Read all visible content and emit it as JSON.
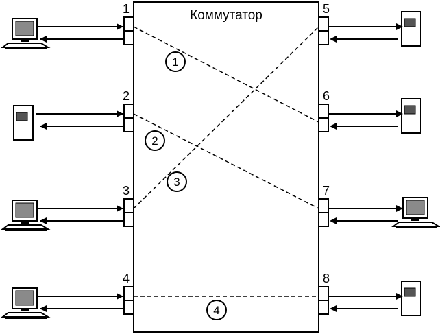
{
  "switch": {
    "title": "Коммутатор"
  },
  "ports": [
    {
      "num": "1",
      "side": "left",
      "device": "pc"
    },
    {
      "num": "2",
      "side": "left",
      "device": "printer"
    },
    {
      "num": "3",
      "side": "left",
      "device": "pc"
    },
    {
      "num": "4",
      "side": "left",
      "device": "pc"
    },
    {
      "num": "5",
      "side": "right",
      "device": "printer"
    },
    {
      "num": "6",
      "side": "right",
      "device": "printer"
    },
    {
      "num": "7",
      "side": "right",
      "device": "pc"
    },
    {
      "num": "8",
      "side": "right",
      "device": "printer"
    }
  ],
  "connections": [
    {
      "label": "1",
      "from": "1",
      "to": "6"
    },
    {
      "label": "2",
      "from": "2",
      "to": "7"
    },
    {
      "label": "3",
      "from": "3",
      "to": "5"
    },
    {
      "label": "4",
      "from": "4",
      "to": "8"
    }
  ]
}
